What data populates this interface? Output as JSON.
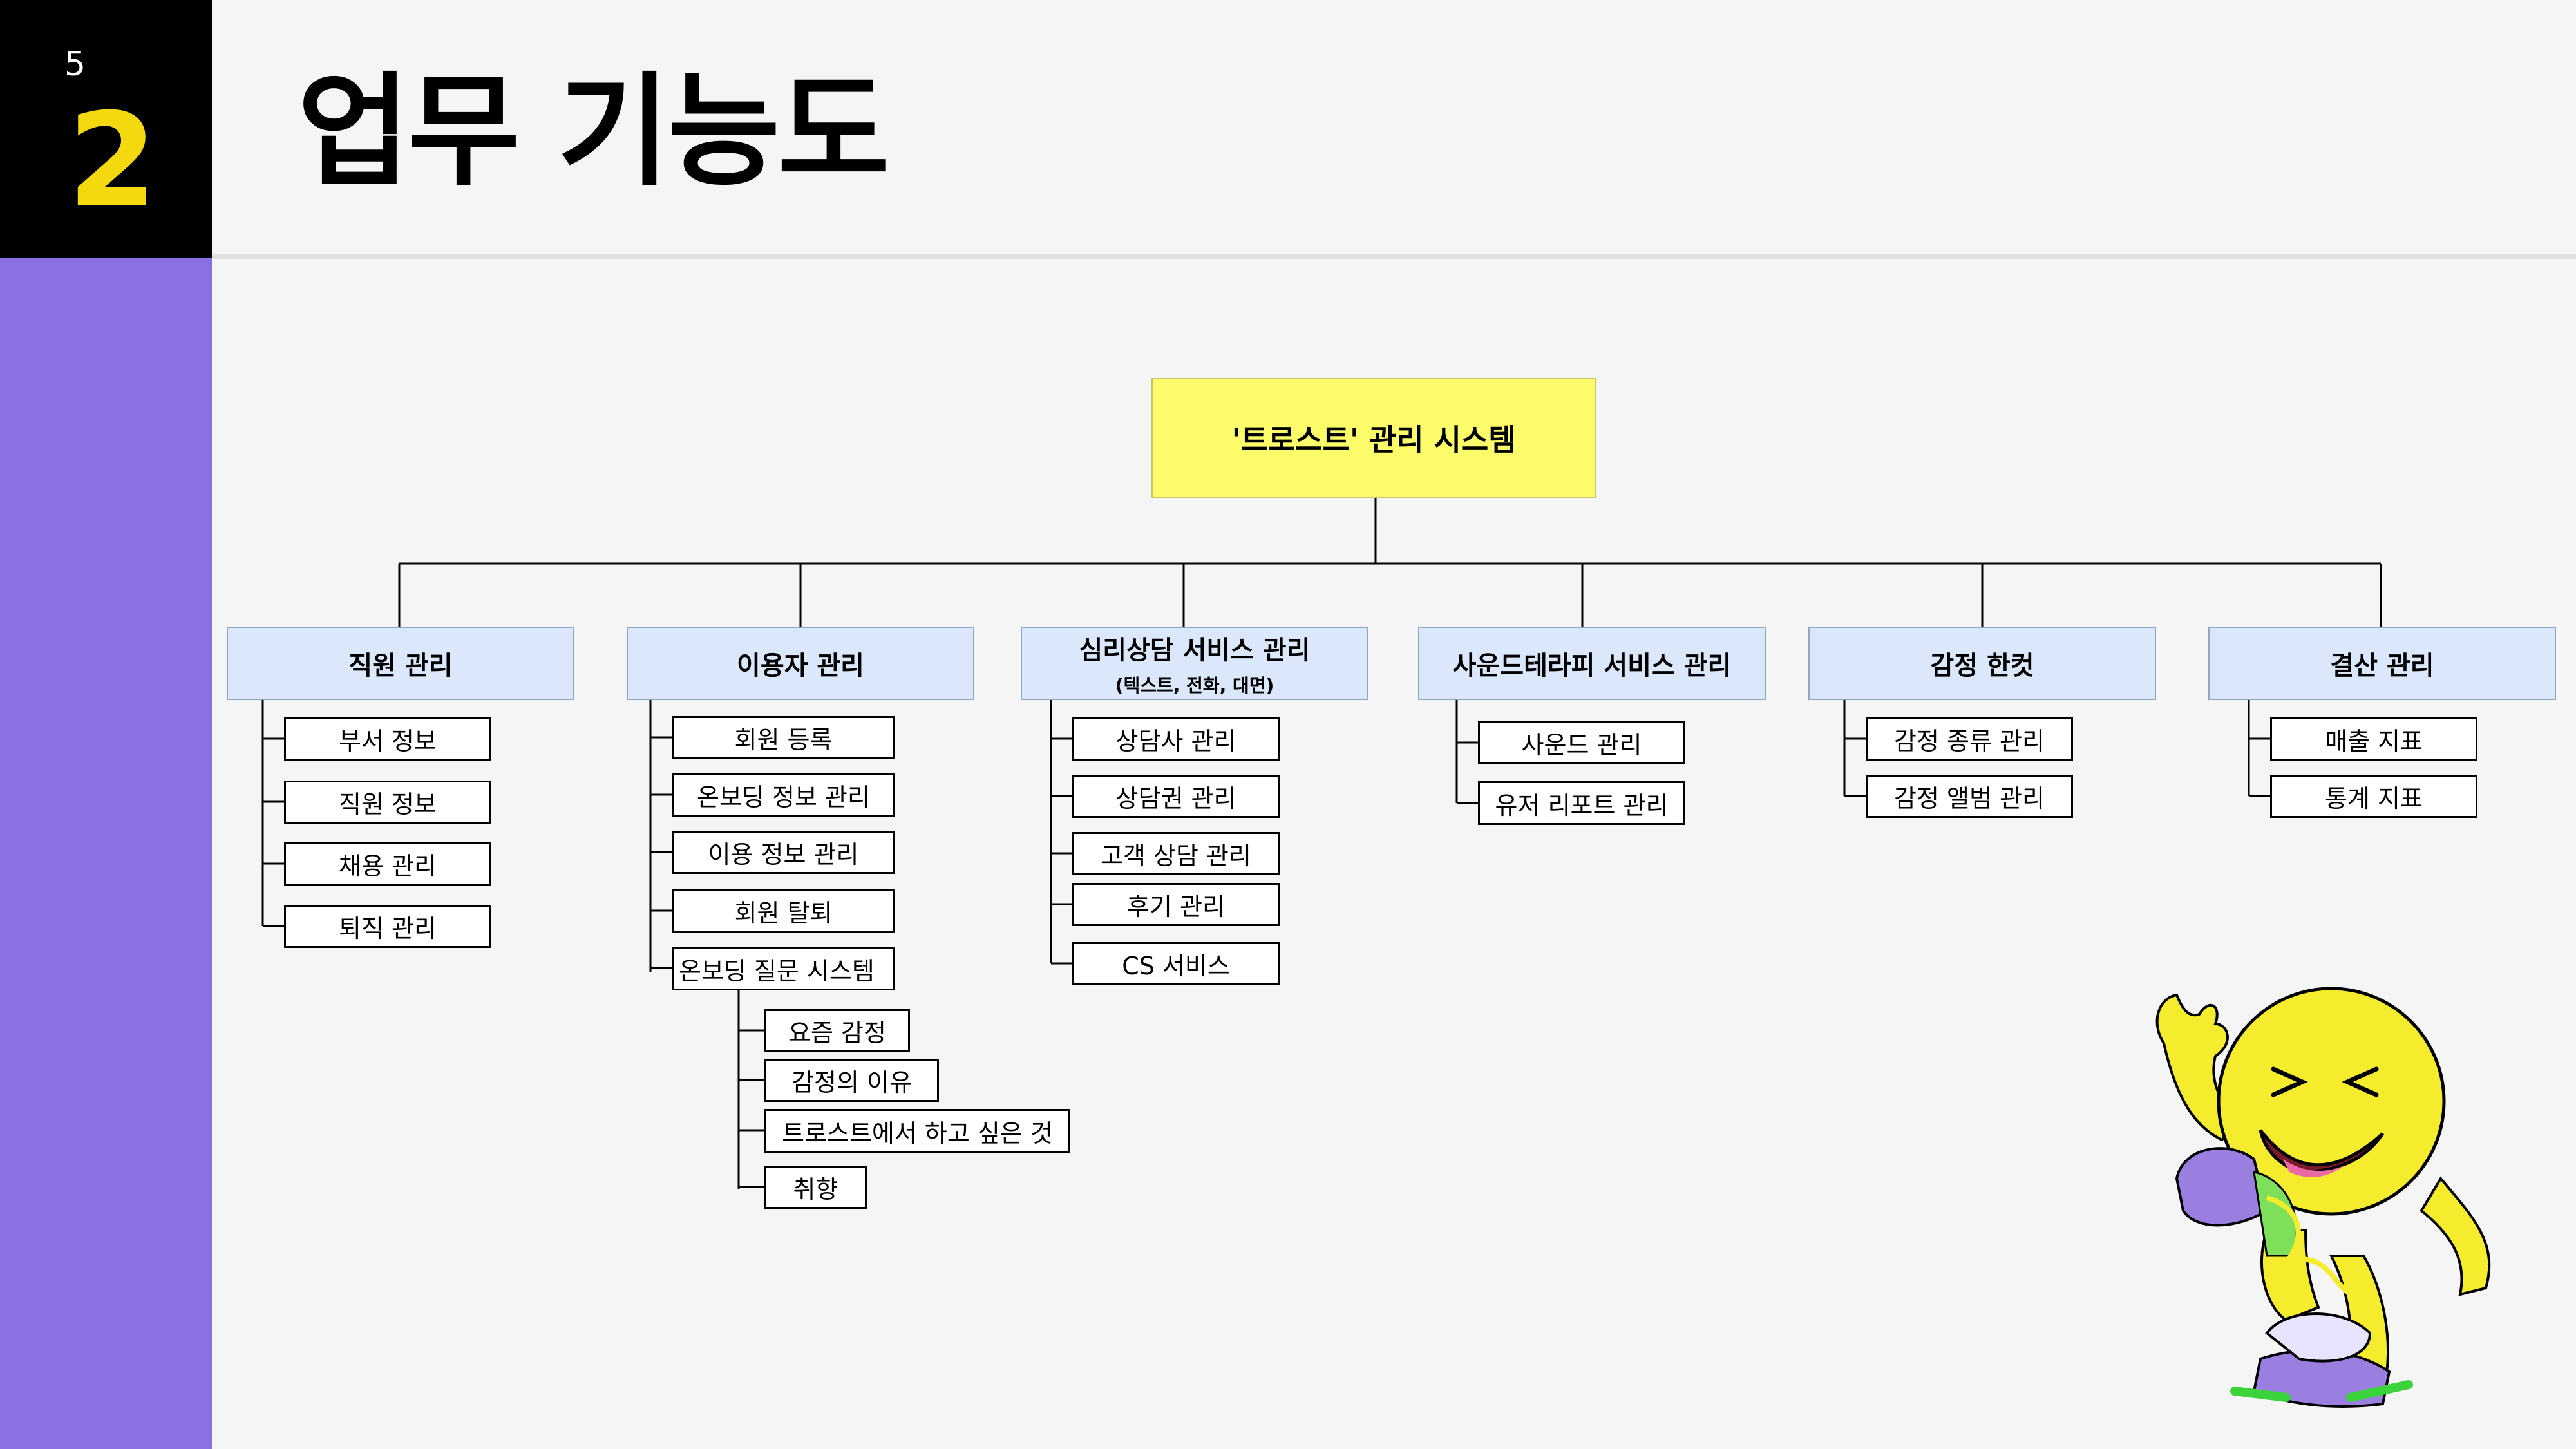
{
  "slide": {
    "page_number": "5",
    "section_number": "2",
    "title": "업무 기능도"
  },
  "root": {
    "label": "'트로스트' 관리 시스템"
  },
  "categories": [
    {
      "label": "직원 관리",
      "sublabel": "",
      "items": [
        "부서 정보",
        "직원 정보",
        "채용 관리",
        "퇴직 관리"
      ]
    },
    {
      "label": "이용자 관리",
      "sublabel": "",
      "items": [
        "회원 등록",
        "온보딩 정보 관리",
        "이용 정보 관리",
        "회원 탈퇴",
        "온보딩 질문 시스템"
      ],
      "subitems": [
        "요즘 감정",
        "감정의 이유",
        "트로스트에서 하고 싶은 것",
        "취향"
      ]
    },
    {
      "label": "심리상담 서비스 관리",
      "sublabel": "(텍스트, 전화, 대면)",
      "items": [
        "상담사 관리",
        "상담권 관리",
        "고객 상담 관리",
        "후기 관리",
        "CS 서비스"
      ]
    },
    {
      "label": "사운드테라피 서비스 관리",
      "sublabel": "",
      "items": [
        "사운드 관리",
        "유저 리포트 관리"
      ]
    },
    {
      "label": "감정 한컷",
      "sublabel": "",
      "items": [
        "감정 종류 관리",
        "감정 앨범 관리"
      ]
    },
    {
      "label": "결산 관리",
      "sublabel": "",
      "items": [
        "매출 지표",
        "통계 지표"
      ]
    }
  ],
  "colors": {
    "root_fill": "#fcfc6b",
    "category_fill": "#dbe7fb",
    "accent_purple": "#8a6fe5",
    "accent_yellow": "#f5d90f"
  }
}
